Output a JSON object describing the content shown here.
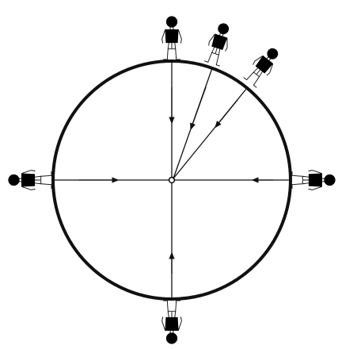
{
  "diagram": {
    "type": "gravity-illustration",
    "colors": {
      "ink": "#111111",
      "paper": "#ffffff"
    },
    "figures": [
      {
        "name": "figure-top-standing",
        "angle_deg": 0
      },
      {
        "name": "figure-top-walking-1",
        "angle_deg": 20
      },
      {
        "name": "figure-top-walking-2",
        "angle_deg": 40
      },
      {
        "name": "figure-right",
        "angle_deg": 90
      },
      {
        "name": "figure-bottom",
        "angle_deg": 180
      },
      {
        "name": "figure-left",
        "angle_deg": 270
      }
    ],
    "arrows_point_to": "center"
  }
}
